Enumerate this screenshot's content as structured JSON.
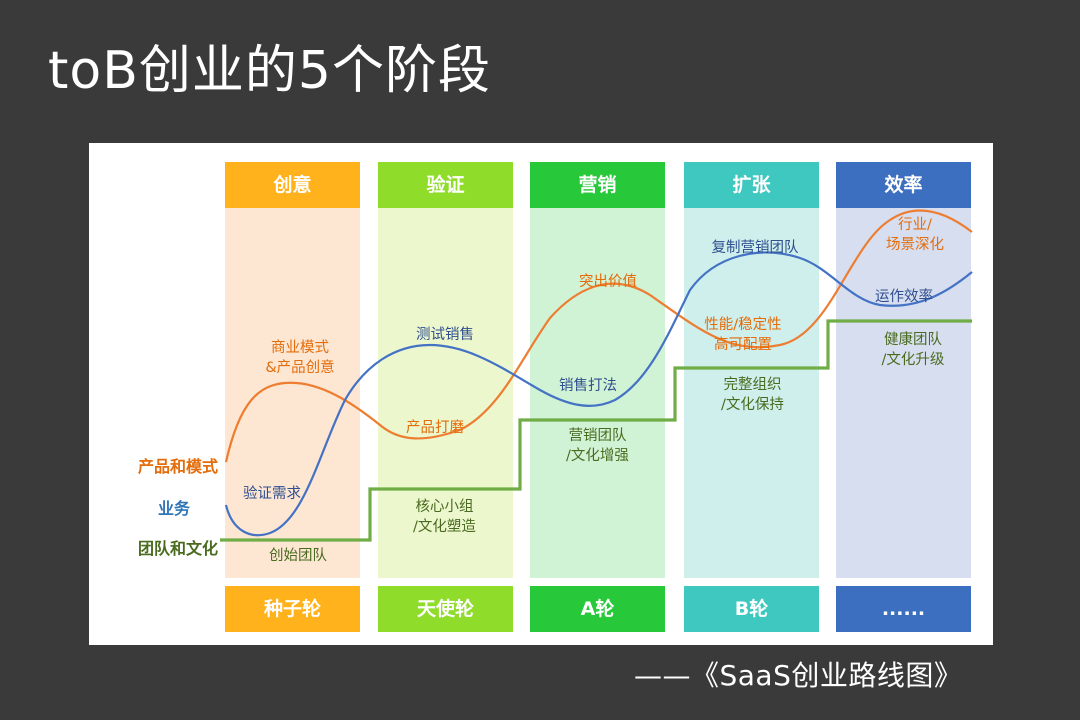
{
  "title": "toB创业的5个阶段",
  "stages": [
    {
      "head": "创意",
      "foot": "种子轮",
      "head_color": "#ffb21b",
      "bg_color": "#fde3c9"
    },
    {
      "head": "验证",
      "foot": "天使轮",
      "head_color": "#8fdc2b",
      "bg_color": "#ecf7c4"
    },
    {
      "head": "营销",
      "foot": "A轮",
      "head_color": "#27c83a",
      "bg_color": "#c9f0cd"
    },
    {
      "head": "扩张",
      "foot": "B轮",
      "head_color": "#3ec8c0",
      "bg_color": "#c8ede9"
    },
    {
      "head": "效率",
      "foot": "......",
      "head_color": "#3c6fbf",
      "bg_color": "#c5cee8"
    }
  ],
  "row_labels": {
    "product": "产品和模式",
    "business": "业务",
    "team": "团队和文化"
  },
  "annotations": {
    "product": [
      "商业模式\n&产品创意",
      "产品打磨",
      "突出价值",
      "性能/稳定性\n高可配置",
      "行业/\n场景深化"
    ],
    "business": [
      "验证需求",
      "测试销售",
      "销售打法",
      "复制营销团队",
      "运作效率"
    ],
    "team": [
      "创始团队",
      "核心小组\n/文化塑造",
      "营销团队\n/文化增强",
      "完整组织\n/文化保持",
      "健康团队\n/文化升级"
    ]
  },
  "credit": "——《SaaS创业路线图》",
  "colors": {
    "product_line": "#ed7d31",
    "business_line": "#4472c4",
    "team_line": "#70ad47",
    "product_label": "#e46c0a",
    "business_label": "#2e75b6",
    "team_label": "#4a6b1f"
  }
}
